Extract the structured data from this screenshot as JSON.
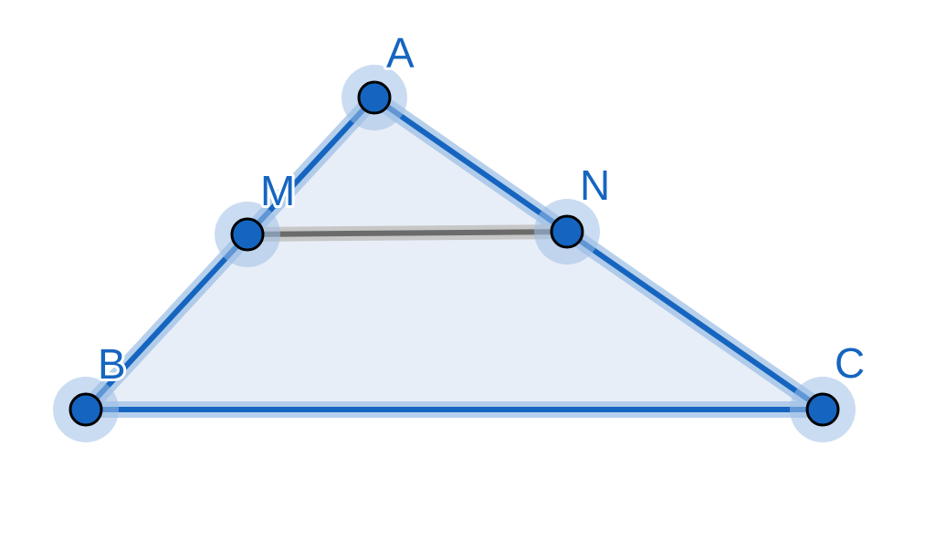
{
  "figure": {
    "points": [
      {
        "id": "A",
        "label": "A"
      },
      {
        "id": "M",
        "label": "M"
      },
      {
        "id": "N",
        "label": "N"
      },
      {
        "id": "B",
        "label": "B"
      },
      {
        "id": "C",
        "label": "C"
      }
    ],
    "triangle": [
      "A",
      "B",
      "C"
    ],
    "segment": [
      "M",
      "N"
    ],
    "colors": {
      "primary": "#1565c0",
      "fill": "#e8eef7",
      "halo": "#9fc0e6",
      "midline": "#6b6b6b",
      "midline_halo": "#c7c7c7",
      "point_outline": "#000000"
    }
  }
}
